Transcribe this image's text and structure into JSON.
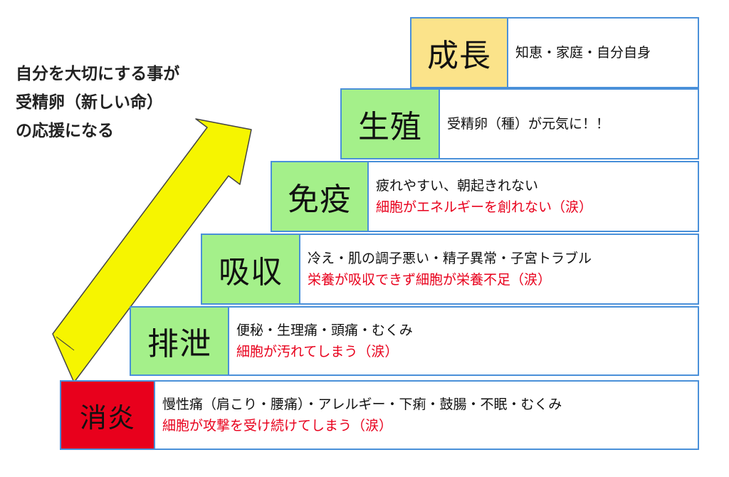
{
  "caption": {
    "lines": [
      "自分を大切にする事が",
      "受精卵（新しい命）",
      "の応援になる"
    ]
  },
  "colors": {
    "border": "#4a90d9",
    "growth": "#fbe38a",
    "green": "#a4f08a",
    "inflammation": "#e8001c",
    "arrow": "#f6f500",
    "note": "#e8001c"
  },
  "steps": [
    {
      "id": "growth",
      "label": "成長",
      "line1": "知恵・家庭・自分自身",
      "line2": ""
    },
    {
      "id": "reproduction",
      "label": "生殖",
      "line1": "受精卵（種）が元気に！！",
      "line2": ""
    },
    {
      "id": "immunity",
      "label": "免疫",
      "line1": "疲れやすい、朝起きれない",
      "line2": "細胞がエネルギーを創れない（涙）"
    },
    {
      "id": "absorption",
      "label": "吸収",
      "line1": "冷え・肌の調子悪い・精子異常・子宮トラブル",
      "line2": "栄養が吸収できず細胞が栄養不足（涙）"
    },
    {
      "id": "excretion",
      "label": "排泄",
      "line1": "便秘・生理痛・頭痛・むくみ",
      "line2": "細胞が汚れてしまう（涙）"
    },
    {
      "id": "anti-inflammation",
      "label": "消炎",
      "line1": "慢性痛（肩こり・腰痛）・アレルギー・下痢・鼓腸・不眠・むくみ",
      "line2": "細胞が攻撃を受け続けてしまう（涙）"
    }
  ]
}
